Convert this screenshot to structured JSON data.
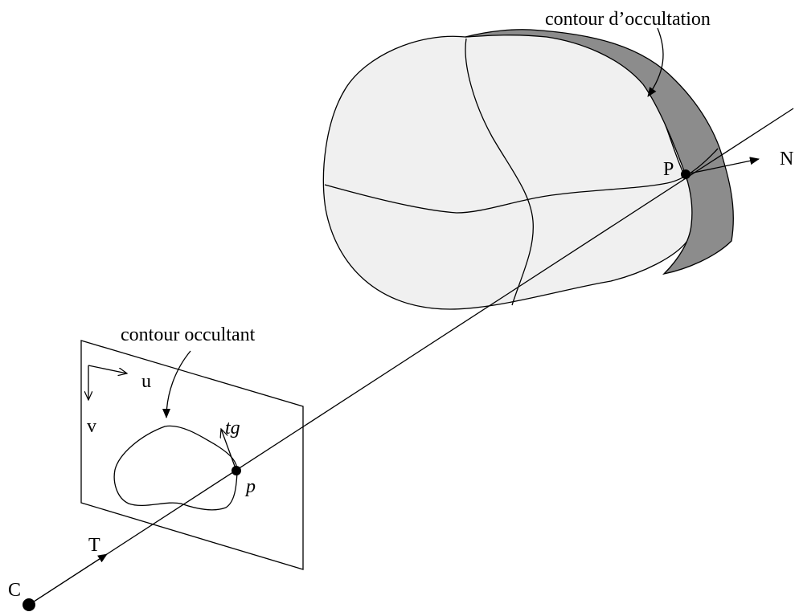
{
  "diagram": {
    "labels": {
      "occultation_contour": "contour d’occultation",
      "occluding_contour": "contour occultant",
      "u_axis": "u",
      "v_axis": "v",
      "tangent": "tg",
      "image_point": "p",
      "surface_point": "P",
      "normal": "N",
      "direction": "T",
      "camera_center": "C"
    },
    "colors": {
      "surface_fill": "#f0f0f0",
      "occultation_band": "#8c8c8c",
      "stroke": "#000000",
      "background": "#ffffff"
    }
  }
}
